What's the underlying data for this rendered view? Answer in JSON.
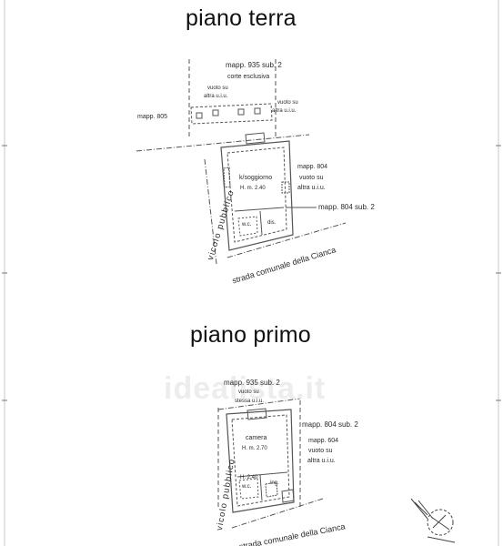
{
  "ground_floor": {
    "title": "piano terra",
    "mapp_935": "mapp. 935 sub. 2",
    "corte": "corte esclusiva",
    "vuoto_left_1": "vuoto su",
    "vuoto_left_2": "altra u.i.u.",
    "vuoto_right_1": "vuoto su",
    "vuoto_right_2": "altra u.i.u.",
    "mapp_805": "mapp. 805",
    "mapp_804_1": "mapp. 804",
    "mapp_804_2": "vuoto su",
    "mapp_804_3": "altra u.i.u.",
    "room_1": "k/soggiorno",
    "room_h": "H. m. 2.40",
    "wc": "w.c.",
    "dis": "dis.",
    "mapp_804_sub2": "mapp. 804 sub. 2",
    "vicolo": "vicolo pubblico",
    "strada": "strada comunale della Cianca"
  },
  "first_floor": {
    "title": "piano primo",
    "mapp_935": "mapp. 935 sub. 2",
    "vuoto_1": "vuoto su",
    "vuoto_2": "stessa u.i.u.",
    "mapp_804_sub2": "mapp. 804 sub. 2",
    "mapp_604_1": "mapp. 604",
    "mapp_604_2": "vuoto su",
    "mapp_604_3": "altra u.i.u.",
    "room_1": "camera",
    "room_h": "H. m. 2.70",
    "wc_h": "H. 2.40",
    "wc": "w.c.",
    "ing": "ing.",
    "vicolo": "vicolo pubblico",
    "strada": "strada comunale della Cianca"
  },
  "watermark": "idealista.it"
}
